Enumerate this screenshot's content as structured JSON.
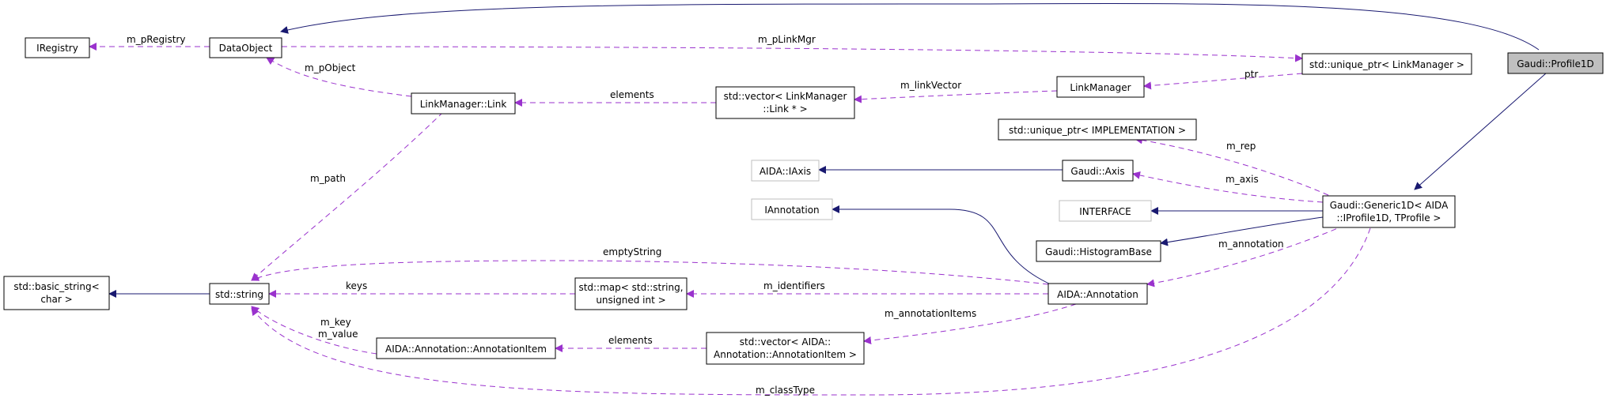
{
  "nodes": {
    "iregistry": "IRegistry",
    "dataobject": "DataObject",
    "unique_ptr_linkmgr": "std::unique_ptr< LinkManager >",
    "profile1d": "Gaudi::Profile1D",
    "linkmanager_link": "LinkManager::Link",
    "vector_link": [
      "std::vector< LinkManager",
      "::Link * >"
    ],
    "linkmanager": "LinkManager",
    "unique_ptr_impl": "std::unique_ptr< IMPLEMENTATION >",
    "aida_iaxis": "AIDA::IAxis",
    "gaudi_axis": "Gaudi::Axis",
    "iannotation": "IAnnotation",
    "interface": "INTERFACE",
    "generic1d": [
      "Gaudi::Generic1D< AIDA",
      "::IProfile1D, TProfile >"
    ],
    "histogrambase": "Gaudi::HistogramBase",
    "basic_string": [
      "std::basic_string<",
      "char >"
    ],
    "std_string": "std::string",
    "std_map": [
      "std::map< std::string,",
      "unsigned int >"
    ],
    "aida_annotation": "AIDA::Annotation",
    "annotation_item": "AIDA::Annotation::AnnotationItem",
    "vector_annotation_item": [
      "std::vector< AIDA::",
      "Annotation::AnnotationItem >"
    ]
  },
  "edge_labels": {
    "m_pRegistry": "m_pRegistry",
    "m_pLinkMgr": "m_pLinkMgr",
    "m_pObject": "m_pObject",
    "ptr": "ptr",
    "elements_link": "elements",
    "m_linkVector": "m_linkVector",
    "m_rep": "m_rep",
    "m_axis": "m_axis",
    "m_path": "m_path",
    "emptyString": "emptyString",
    "m_annotation": "m_annotation",
    "keys": "keys",
    "m_identifiers": "m_identifiers",
    "m_annotationItems": "m_annotationItems",
    "m_key": "m_key",
    "m_value": "m_value",
    "elements_item": "elements",
    "m_classType": "m_classType"
  },
  "colors": {
    "inheritance_edge": "#191970",
    "usage_edge": "#9a32cd",
    "highlight_node_fill": "#bfbfbf",
    "external_node_border": "#bfbfbf"
  }
}
